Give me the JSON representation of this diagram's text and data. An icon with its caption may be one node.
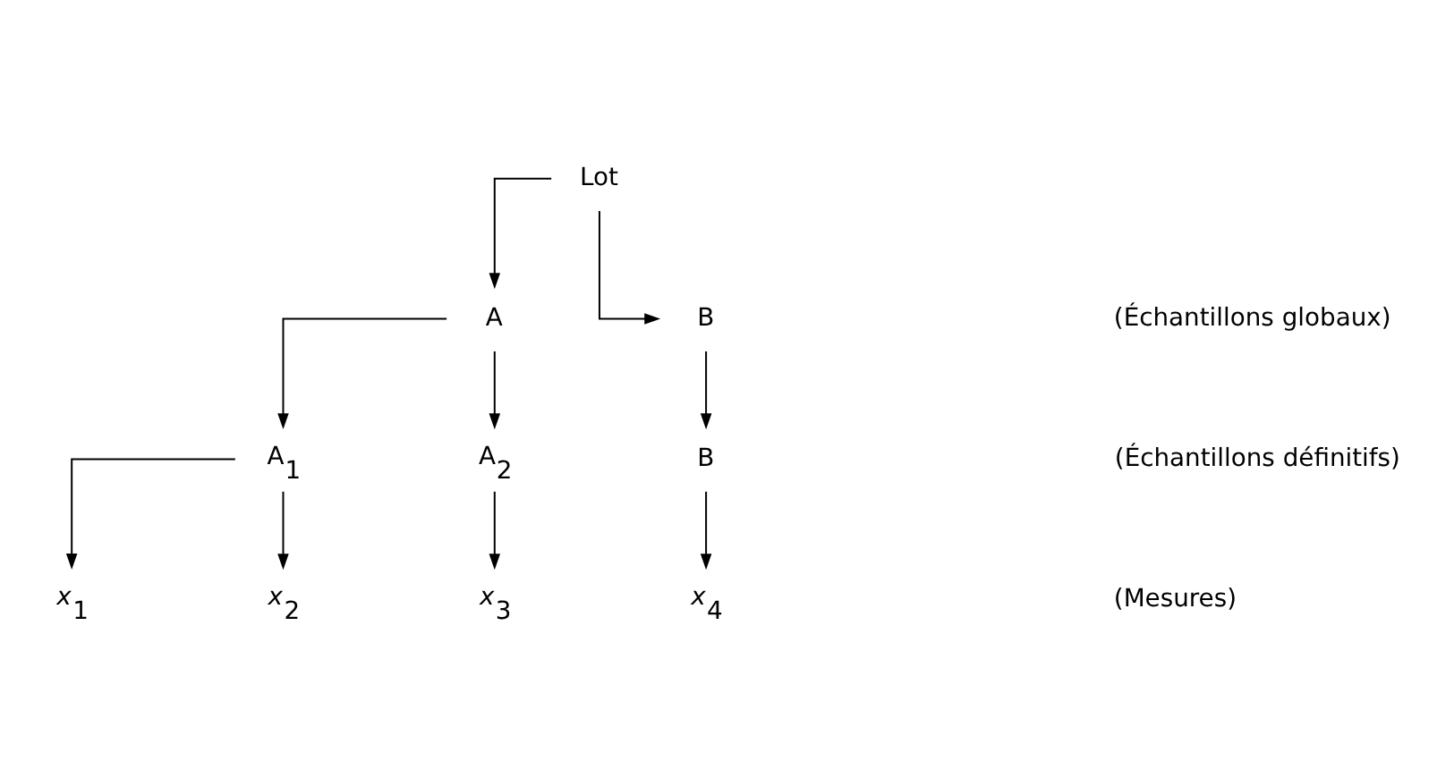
{
  "diagram": {
    "nodes": [
      {
        "text": [
          "Lot"
        ]
      },
      {
        "text": [
          "A"
        ]
      },
      {
        "text": [
          "B"
        ]
      },
      {
        "text": [
          "A$_{1}$"
        ]
      },
      {
        "text": [
          "A$_{2}$"
        ]
      },
      {
        "text": [
          "B"
        ]
      },
      {
        "text": [
          "*x*$_{1}$"
        ]
      },
      {
        "text": [
          "*x*$_{2}$"
        ]
      },
      {
        "text": [
          "*x*$_{3}$"
        ]
      },
      {
        "text": [
          "*x*$_{4}$"
        ]
      }
    ],
    "edges": [
      {
        "from": 0,
        "to": 1,
        "arrow": "to"
      },
      {
        "from": 0,
        "to": 2,
        "arrow": "to"
      },
      {
        "from": 1,
        "to": 3,
        "arrow": "to"
      },
      {
        "from": 1,
        "to": 4,
        "arrow": "to"
      },
      {
        "from": 2,
        "to": 5,
        "arrow": "to"
      },
      {
        "from": 3,
        "to": 6,
        "arrow": "to"
      },
      {
        "from": 3,
        "to": 7,
        "arrow": "to"
      },
      {
        "from": 4,
        "to": 8,
        "arrow": "to"
      },
      {
        "from": 5,
        "to": 9,
        "arrow": "to"
      }
    ],
    "labels": [
      "(Échantillons globaux)",
      "(Échantillons définitifs)",
      "(Mesures)"
    ]
  }
}
